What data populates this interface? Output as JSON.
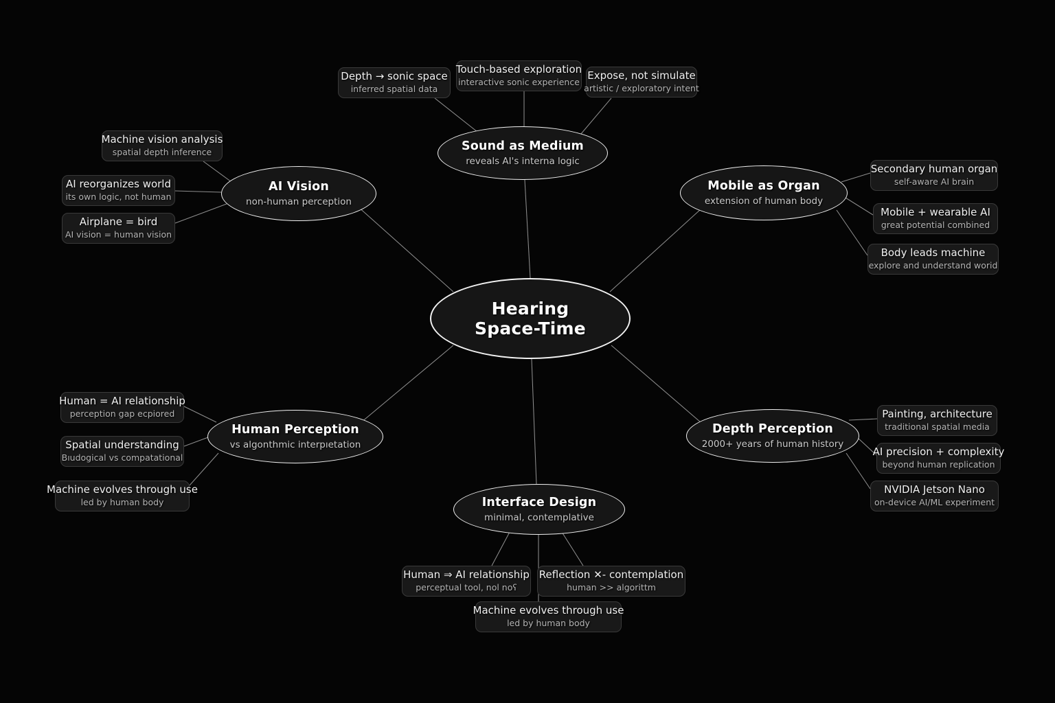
{
  "diagram": {
    "type": "mind-map",
    "background_color": "#050505",
    "edge_color": "#8d8d8d",
    "node_fill": "#161616",
    "node_border": "#f2f2f2",
    "leaf_fill": "#191919",
    "leaf_border": "#3a3a3a",
    "title_color": "#ffffff",
    "subtitle_color": "#c9c9c9"
  },
  "root": {
    "title": "Hearing\nSpace-Time"
  },
  "branches": {
    "sound": {
      "title": "Sound as Medium",
      "subtitle": "reveals AI's interna  logic",
      "leaves": [
        {
          "title": "Depth → sonic space",
          "subtitle": "inferred spatial data"
        },
        {
          "title": "Touch-based exploration",
          "subtitle": "interactive sonic experience"
        },
        {
          "title": "Expose, not simulate",
          "subtitle": "artistic / exploratory intent"
        }
      ]
    },
    "ai_vision": {
      "title": "AI Vision",
      "subtitle": "non-human perception",
      "leaves": [
        {
          "title": "Machine vision analysis",
          "subtitle": "spatial depth inference"
        },
        {
          "title": "AI reorganizes world",
          "subtitle": "its own logic, not human"
        },
        {
          "title": "Airplane = bird",
          "subtitle": "AI vision = human vision"
        }
      ]
    },
    "mobile": {
      "title": "Mobile as Organ",
      "subtitle": "extension of human body",
      "leaves": [
        {
          "title": "Secondary human organ",
          "subtitle": "self-aware AI brain"
        },
        {
          "title": "Mobile + wearable AI",
          "subtitle": "great potential combined"
        },
        {
          "title": "Body leads machine",
          "subtitle": "explore and understand worid"
        }
      ]
    },
    "human_perception": {
      "title": "Human Perception",
      "subtitle": "vs algonthmic  interpıetation",
      "leaves": [
        {
          "title": "Human = AI relationship",
          "subtitle": "perception gap ecpiored"
        },
        {
          "title": "Spatial understanding",
          "subtitle": "Bıudogical vs compatational"
        },
        {
          "title": "Machine evolves through use",
          "subtitle": "led by human body"
        }
      ]
    },
    "depth_perception": {
      "title": "Depth Perception",
      "subtitle": "2000+ years of human history",
      "leaves": [
        {
          "title": "Painting, architecture",
          "subtitle": "traditional spatial media"
        },
        {
          "title": "AI precision + complexity",
          "subtitle": "beyond human replication"
        },
        {
          "title": "NVIDIA Jetson Nano",
          "subtitle": "on-device AI/ML experiment"
        }
      ]
    },
    "interface_design": {
      "title": "Interface Design",
      "subtitle": "minimal, contemplative",
      "leaves": [
        {
          "title": "Human ⇒ AI relationship",
          "subtitle": "perceptual tool, nol noʕ"
        },
        {
          "title": "Reflection ✕- contemplation",
          "subtitle": "human  >> algorittm"
        },
        {
          "title": "Machine evolves through use",
          "subtitle": "led by human body"
        }
      ]
    }
  }
}
